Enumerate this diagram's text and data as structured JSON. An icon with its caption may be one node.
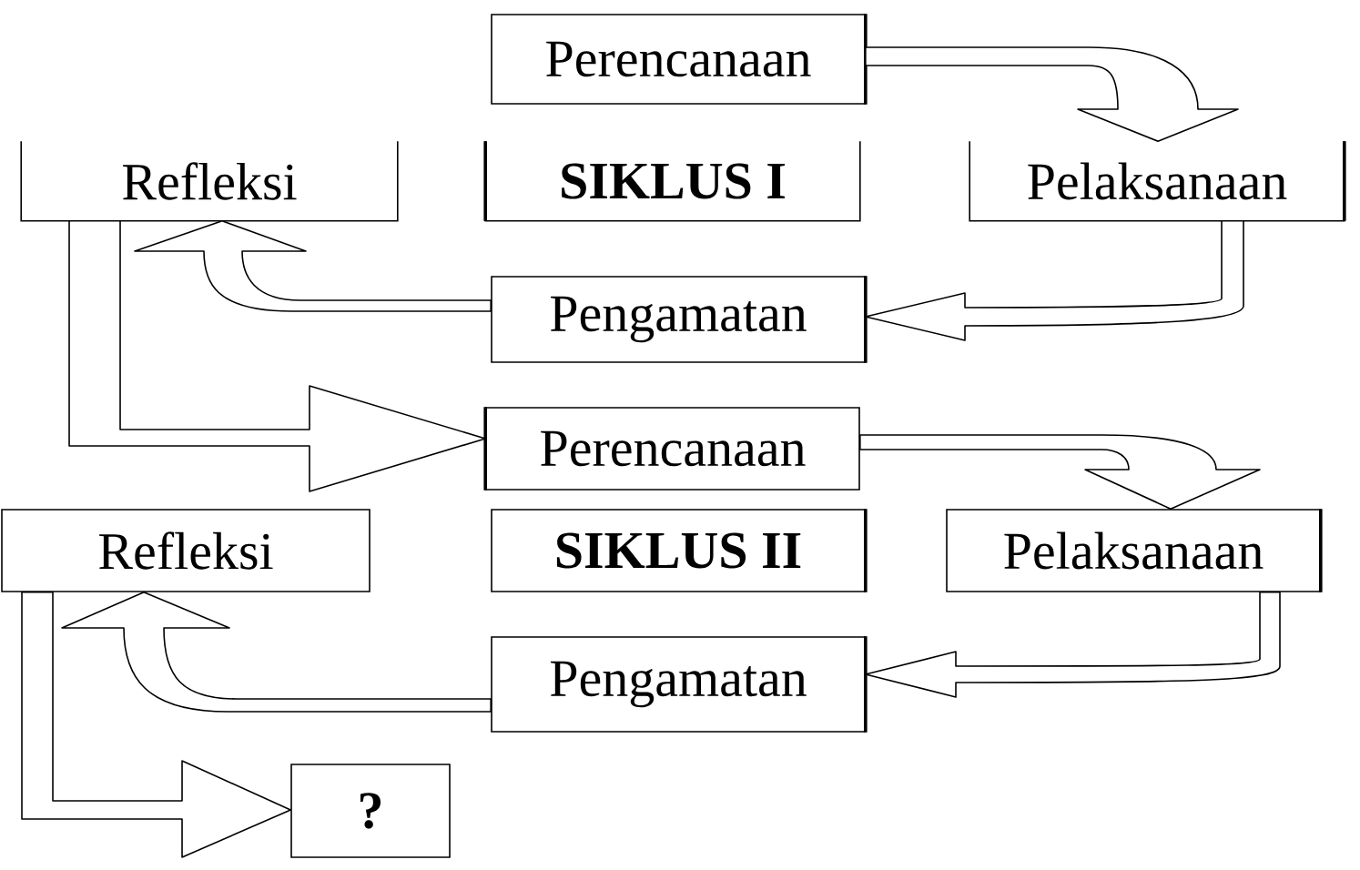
{
  "diagram": {
    "nodes": [
      {
        "text": [
          "Perencanaan"
        ]
      },
      {
        "text": [
          "Refleksi"
        ]
      },
      {
        "text": [
          "SIKLUS I"
        ]
      },
      {
        "text": [
          "Pelaksanaan"
        ]
      },
      {
        "text": [
          "Pengamatan"
        ]
      },
      {
        "text": [
          "Perencanaan"
        ]
      },
      {
        "text": [
          "Refleksi"
        ]
      },
      {
        "text": [
          "SIKLUS II"
        ]
      },
      {
        "text": [
          "Pelaksanaan"
        ]
      },
      {
        "text": [
          "Pengamatan"
        ]
      },
      {
        "text": [
          "?"
        ]
      }
    ],
    "edges": [
      {
        "from": 0,
        "to": 3,
        "arrow": "to"
      },
      {
        "from": 3,
        "to": 4,
        "arrow": "to"
      },
      {
        "from": 4,
        "to": 1,
        "arrow": "to"
      },
      {
        "from": 1,
        "to": 5,
        "arrow": "to"
      },
      {
        "from": 5,
        "to": 8,
        "arrow": "to"
      },
      {
        "from": 8,
        "to": 9,
        "arrow": "to"
      },
      {
        "from": 9,
        "to": 6,
        "arrow": "to"
      },
      {
        "from": 6,
        "to": 10,
        "arrow": "to"
      }
    ]
  }
}
